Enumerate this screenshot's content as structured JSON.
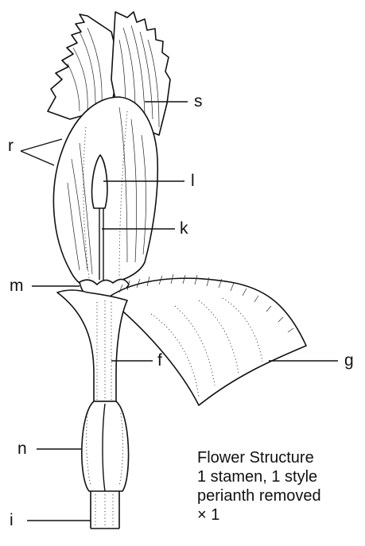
{
  "labels": {
    "r": "r",
    "s": "s",
    "l": "l",
    "k": "k",
    "m": "m",
    "f": "f",
    "g": "g",
    "n": "n",
    "i": "i"
  },
  "caption": {
    "line1": "Flower Structure",
    "line2": "1 stamen, 1 style",
    "line3": "perianth removed",
    "line4": "× 1"
  }
}
